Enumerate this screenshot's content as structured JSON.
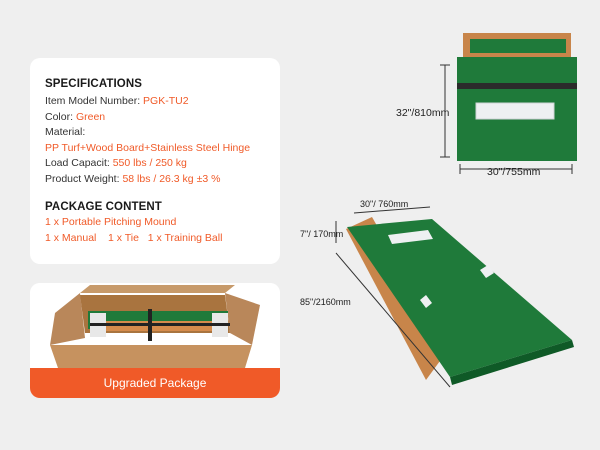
{
  "specifications": {
    "heading": "SPECIFICATIONS",
    "model_label": "Item Model Number:",
    "model_value": "PGK-TU2",
    "color_label": "Color:",
    "color_value": "Green",
    "material_label": "Material:",
    "material_value": "PP Turf+Wood Board+Stainless Steel Hinge",
    "load_label": "Load Capacit:",
    "load_value": "550 lbs / 250 kg",
    "weight_label": "Product Weight:",
    "weight_value": "58 lbs / 26.3 kg ±3 %"
  },
  "package": {
    "heading": "PACKAGE CONTENT",
    "line1": "1 x Portable Pitching Mound",
    "line2": "1 x Manual    1 x Tie   1 x Training Ball",
    "banner": "Upgraded Package"
  },
  "dimensions": {
    "folded_height": "32\"/810mm",
    "folded_width": "30\"/755mm",
    "open_top_width": "30\"/ 760mm",
    "open_rise": "7\"/ 170mm",
    "open_length": "85\"/2160mm"
  },
  "colors": {
    "accent": "#f05a28",
    "turf": "#1f7a3a",
    "wood": "#c8854a"
  }
}
